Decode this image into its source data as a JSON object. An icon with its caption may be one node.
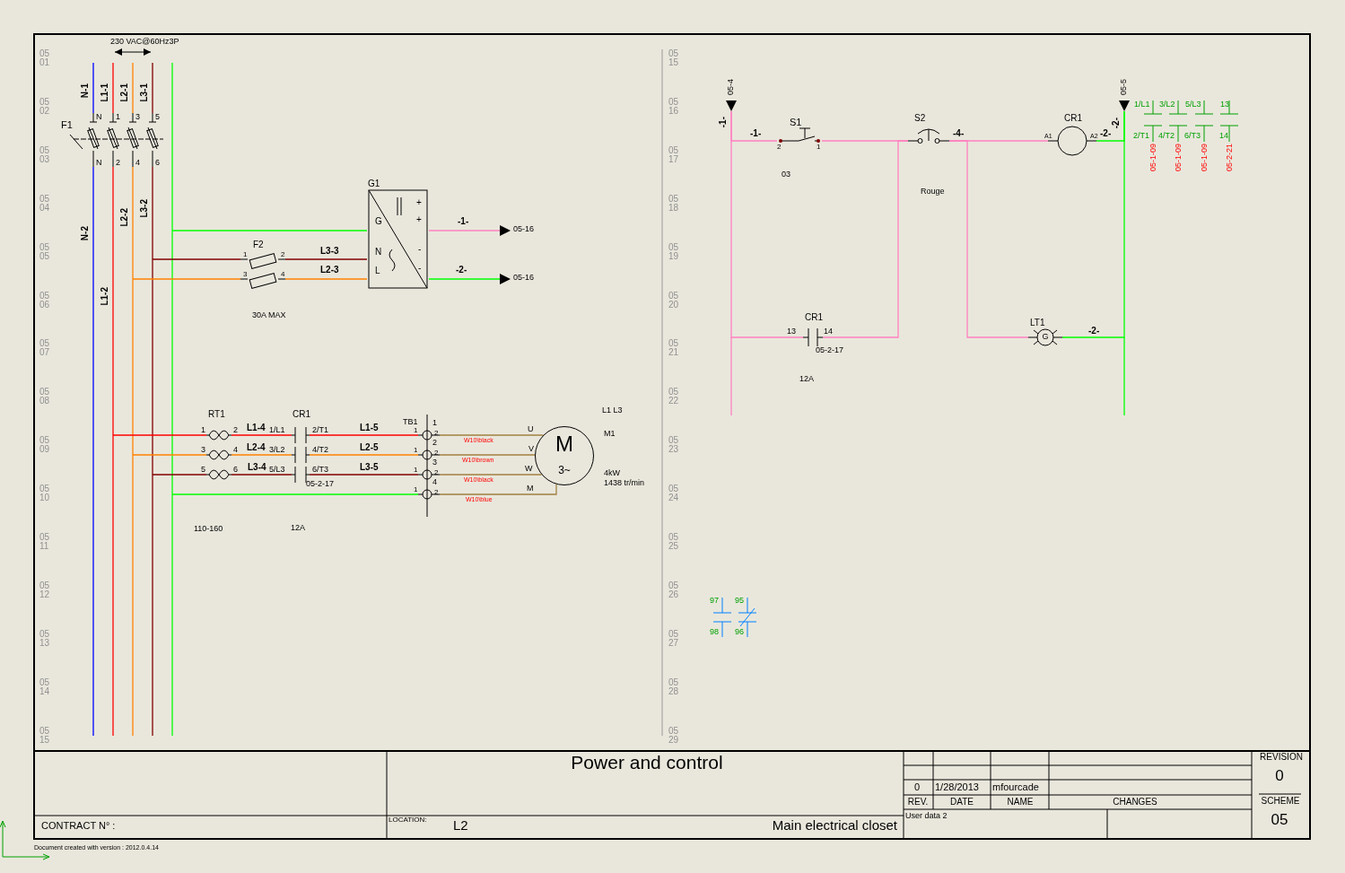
{
  "diagram": {
    "nodes": [
      {
        "text": [
          "F1"
        ]
      },
      {
        "text": [
          "F2"
        ],
        "beside": [
          "30A MAX"
        ]
      },
      {
        "text": [
          "G1",
          "G",
          "N",
          "L",
          "+",
          "+",
          "-",
          "-"
        ]
      },
      {
        "text": [
          "RT1"
        ]
      },
      {
        "text": [
          "CR1"
        ],
        "beside": [
          "05-2-17"
        ]
      },
      {
        "text": [
          "1",
          "2",
          "3",
          "4"
        ],
        "beside": [
          "TB1"
        ]
      },
      {
        "text": [
          "M",
          "3~"
        ],
        "beside": [
          "M1",
          "4kW",
          "1438 tr/min"
        ]
      },
      {
        "text": [
          "S1"
        ],
        "beside": [
          "03"
        ]
      },
      {
        "text": [
          "S2"
        ]
      },
      {
        "text": [
          "CR1"
        ]
      },
      {
        "text": [
          "CR1"
        ],
        "beside": [
          "05-2-17",
          "12A"
        ]
      },
      {
        "text": [
          "LT1",
          "G"
        ]
      },
      {
        "text": [
          "05-16"
        ]
      },
      {
        "text": [
          "05-16"
        ]
      },
      {
        "text": [
          "05-4"
        ]
      },
      {
        "text": [
          "05-5"
        ]
      }
    ],
    "edges": [
      {
        "from": null,
        "to": 0,
        "arrow": "none",
        "label": "N-1",
        "color": "#0000ff"
      },
      {
        "from": null,
        "to": 0,
        "arrow": "none",
        "label": "L1-1",
        "color": "#ff0000"
      },
      {
        "from": null,
        "to": 0,
        "arrow": "none",
        "label": "L2-1",
        "color": "#ff8000"
      },
      {
        "from": null,
        "to": 0,
        "arrow": "none",
        "label": "L3-1",
        "color": "#800000"
      },
      {
        "from": 0,
        "to": null,
        "arrow": "none",
        "label": "N-2",
        "color": "#0000ff"
      },
      {
        "from": 0,
        "to": null,
        "arrow": "none",
        "label": "L1-2",
        "color": "#ff0000"
      },
      {
        "from": 0,
        "to": null,
        "arrow": "none",
        "label": "L2-2",
        "color": "#ff8000"
      },
      {
        "from": 0,
        "to": null,
        "arrow": "none",
        "label": "L3-2",
        "color": "#800000"
      },
      {
        "from": null,
        "to": 2,
        "arrow": "none",
        "color": "#00ff00"
      },
      {
        "from": null,
        "to": 1,
        "arrow": "none",
        "color": "#800000"
      },
      {
        "from": null,
        "to": 1,
        "arrow": "none",
        "color": "#ff8000"
      },
      {
        "from": 1,
        "to": 2,
        "arrow": "none",
        "label": "L3-3",
        "color": "#800000"
      },
      {
        "from": 1,
        "to": 2,
        "arrow": "none",
        "label": "L2-3",
        "color": "#ff8000"
      },
      {
        "from": 2,
        "to": 12,
        "arrow": "none",
        "label": "-1-",
        "color": "#ff80c0"
      },
      {
        "from": 2,
        "to": 13,
        "arrow": "none",
        "label": "-2-",
        "color": "#00ff00"
      },
      {
        "from": null,
        "to": 3,
        "arrow": "none",
        "color": "#ff0000"
      },
      {
        "from": null,
        "to": 3,
        "arrow": "none",
        "color": "#ff8000"
      },
      {
        "from": null,
        "to": 3,
        "arrow": "none",
        "color": "#800000"
      },
      {
        "from": 3,
        "to": 4,
        "arrow": "none",
        "label": "L1-4",
        "color": "#ff0000"
      },
      {
        "from": 3,
        "to": 4,
        "arrow": "none",
        "label": "L2-4",
        "color": "#ff8000"
      },
      {
        "from": 3,
        "to": 4,
        "arrow": "none",
        "label": "L3-4",
        "color": "#800000"
      },
      {
        "from": 4,
        "to": 5,
        "arrow": "none",
        "label": "L1-5",
        "color": "#ff0000"
      },
      {
        "from": 4,
        "to": 5,
        "arrow": "none",
        "label": "L2-5",
        "color": "#ff8000"
      },
      {
        "from": 4,
        "to": 5,
        "arrow": "none",
        "label": "L3-5",
        "color": "#800000"
      },
      {
        "from": null,
        "to": 5,
        "arrow": "none",
        "color": "#00ff00"
      },
      {
        "from": 5,
        "to": 6,
        "arrow": "none",
        "label": "W10\\black",
        "color": "#a08040"
      },
      {
        "from": 5,
        "to": 6,
        "arrow": "none",
        "label": "W10\\brown",
        "color": "#a08040"
      },
      {
        "from": 5,
        "to": 6,
        "arrow": "none",
        "label": "W10\\black",
        "color": "#a08040"
      },
      {
        "from": 5,
        "to": 6,
        "arrow": "none",
        "label": "W10\\blue",
        "color": "#a08040"
      },
      {
        "from": 14,
        "to": 7,
        "arrow": "none",
        "label": "-1-",
        "color": "#ff80c0"
      },
      {
        "from": 14,
        "to": 10,
        "arrow": "none",
        "color": "#ff80c0"
      },
      {
        "from": 7,
        "to": 8,
        "arrow": "none",
        "color": "#ff80c0"
      },
      {
        "from": 10,
        "to": 8,
        "arrow": "none",
        "color": "#ff80c0"
      },
      {
        "from": 8,
        "to": 9,
        "arrow": "none",
        "label": "-4-",
        "color": "#ff80c0"
      },
      {
        "from": 8,
        "to": 11,
        "arrow": "none",
        "color": "#ff80c0"
      },
      {
        "from": 9,
        "to": 15,
        "arrow": "none",
        "label": "-2-",
        "color": "#00ff00"
      },
      {
        "from": 11,
        "to": 15,
        "arrow": "none",
        "label": "-2-",
        "color": "#00ff00"
      }
    ],
    "labels": [
      "05 01",
      "05 02",
      "05 03",
      "05 04",
      "05 05",
      "05 06",
      "05 07",
      "05 08",
      "05 09",
      "05 10",
      "05 11",
      "05 12",
      "05 13",
      "05 14",
      "05 15",
      "05 15",
      "05 16",
      "05 17",
      "05 18",
      "05 19",
      "05 20",
      "05 21",
      "05 22",
      "05 23",
      "05 24",
      "05 25",
      "05 26",
      "05 27",
      "05 28",
      "05 29",
      "230 VAC@60Hz3P",
      "N",
      "1",
      "3",
      "5",
      "N",
      "2",
      "4",
      "6",
      "1",
      "2",
      "3",
      "4",
      "1",
      "2",
      "3",
      "4",
      "5",
      "6",
      "1/L1",
      "2/T1",
      "3/L2",
      "4/T2",
      "5/L3",
      "6/T3",
      "1",
      "2",
      "1",
      "2",
      "1",
      "2",
      "1",
      "2",
      "U",
      "V",
      "W",
      "M",
      "L1 L3",
      "2",
      "1",
      "A1",
      "A2",
      "13",
      "14",
      "-1-",
      "-2-",
      "1/L1",
      "3/L2",
      "5/L3",
      "13",
      "2/T1",
      "4/T2",
      "6/T3",
      "14",
      "05-1-09",
      "05-1-09",
      "05-1-09",
      "05-2-21",
      "97",
      "98",
      "95",
      "96",
      "Power and control",
      "CONTRACT N° :",
      "LOCATION:",
      "L2",
      "Main electrical closet",
      "0",
      "1/28/2013",
      "mfourcade",
      "REV.",
      "DATE",
      "NAME",
      "CHANGES",
      "User data 2",
      "REVISION",
      "0",
      "SCHEME",
      "05",
      "Document created with version : 2012.0.4.14",
      "110-160",
      "12A",
      "Rouge"
    ]
  }
}
